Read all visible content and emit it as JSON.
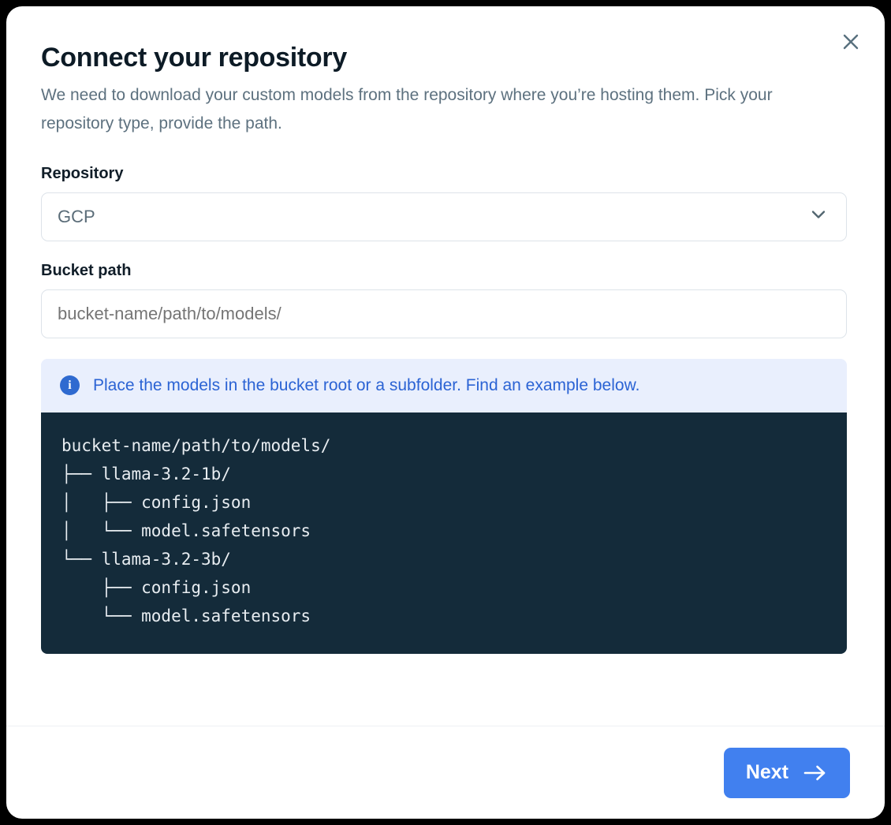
{
  "dialog": {
    "title": "Connect your repository",
    "description": "We need to download your custom models from the repository where you’re hosting them. Pick your repository type, provide the path.",
    "close_icon": "close-icon"
  },
  "repository_field": {
    "label": "Repository",
    "selected_value": "GCP",
    "chevron_icon": "chevron-down-icon"
  },
  "bucket_path_field": {
    "label": "Bucket path",
    "value": "",
    "placeholder": "bucket-name/path/to/models/"
  },
  "info_banner": {
    "icon": "info-icon",
    "icon_glyph": "i",
    "text": "Place the models in the bucket root or a subfolder. Find an example below."
  },
  "code_example": {
    "text": "bucket-name/path/to/models/\n├── llama-3.2-1b/\n│   ├── config.json\n│   └── model.safetensors\n└── llama-3.2-3b/\n    ├── config.json\n    └── model.safetensors"
  },
  "footer": {
    "next_label": "Next",
    "next_icon": "arrow-right-icon"
  },
  "colors": {
    "accent": "#4180ef",
    "info_bg": "#e9effd",
    "info_text": "#2b63d4",
    "code_bg": "#142b3a",
    "title": "#0d1b26",
    "muted": "#5d717f",
    "border": "#dde3e9"
  }
}
